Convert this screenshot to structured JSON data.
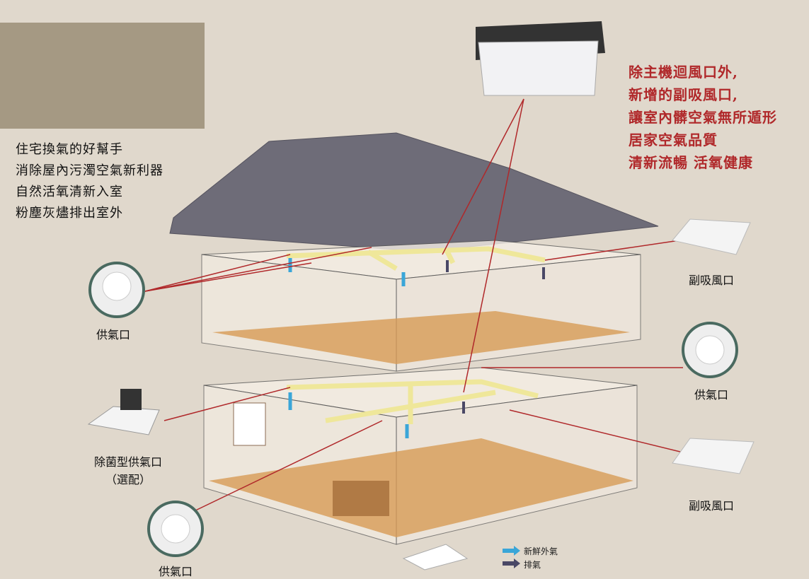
{
  "intro_lines": [
    "住宅換氣的好幫手",
    "消除屋內污濁空氣新利器",
    "自然活氧清新入室",
    "粉塵灰燼排出室外"
  ],
  "feature_lines": [
    "除主機迴風口外,",
    "新增的副吸風口,",
    "讓室內髒空氣無所遁形",
    "居家空氣品質",
    "清新流暢 活氧健康"
  ],
  "labels": {
    "supply_upper_left": "供氣口",
    "aux_intake_upper_right": "副吸風口",
    "supply_right": "供氣口",
    "antibacterial_supply": "除菌型供氣口",
    "optional": "（選配）",
    "aux_intake_lower_right": "副吸風口",
    "supply_bottom": "供氣口"
  },
  "legend": {
    "fresh_air": "新鮮外氣",
    "exhaust": "排氣"
  },
  "colors": {
    "background": "#e0d8cc",
    "accent_red": "#b0282a",
    "fresh_arrow": "#3aa6d8",
    "exhaust_arrow": "#4a4866",
    "duct": "#efe79a"
  }
}
